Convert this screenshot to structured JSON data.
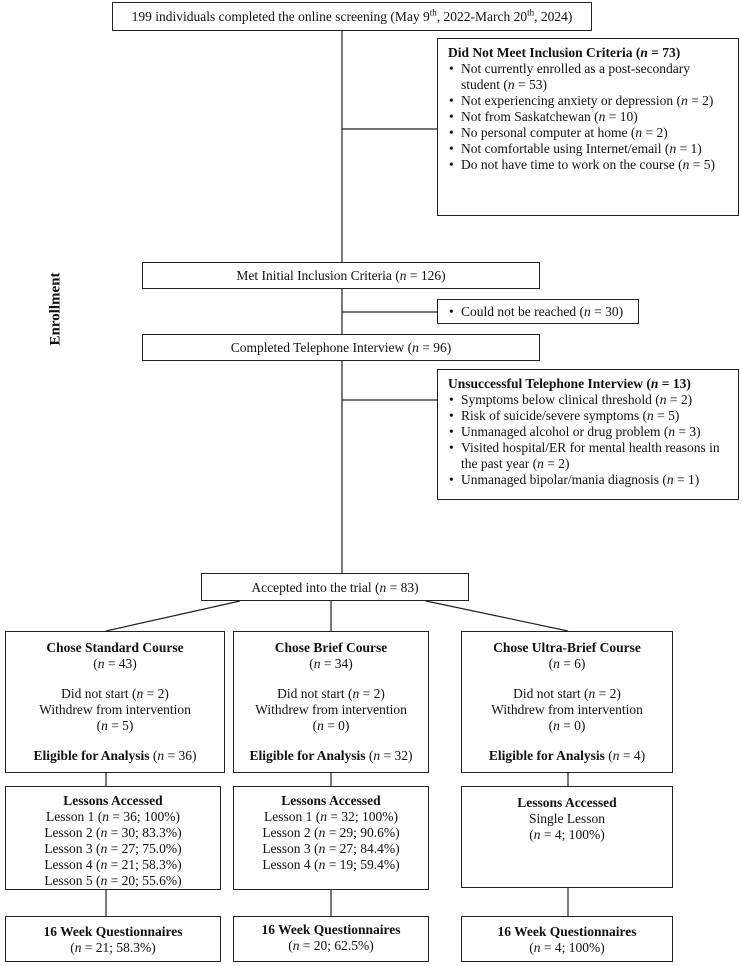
{
  "screening": {
    "text_a": "199 individuals completed the online screening (May 9",
    "sup_a": "th",
    "text_b": ", 2022-March 20",
    "sup_b": "th",
    "text_c": ", 2024)"
  },
  "enrollment_label": "Enrollment",
  "excluded_screening": {
    "title_pre": "Did Not Meet Inclusion Criteria (",
    "title_n": "n",
    "title_post": " = 73)",
    "items": [
      {
        "pre": "Not currently enrolled as a post-secondary student (",
        "n": "n",
        "post": " = 53)"
      },
      {
        "pre": "Not experiencing anxiety or depression (",
        "n": "n",
        "post": " = 2)"
      },
      {
        "pre": "Not from Saskatchewan (",
        "n": "n",
        "post": " = 10)"
      },
      {
        "pre": "No personal computer at home (",
        "n": "n",
        "post": " = 2)"
      },
      {
        "pre": "Not comfortable using Internet/email (",
        "n": "n",
        "post": " = 1)"
      },
      {
        "pre": "Do not have time to work on the course (",
        "n": "n",
        "post": " = 5)"
      }
    ]
  },
  "met_criteria": {
    "pre": "Met Initial Inclusion Criteria (",
    "n": "n",
    "post": " = 126)"
  },
  "not_reached": {
    "pre": "Could not be reached (",
    "n": "n",
    "post": " = 30)"
  },
  "telephone": {
    "pre": "Completed Telephone Interview (",
    "n": "n",
    "post": " = 96)"
  },
  "unsuccessful": {
    "title_pre": "Unsuccessful Telephone Interview (",
    "title_n": "n",
    "title_post": " = 13)",
    "items": [
      {
        "pre": "Symptoms below clinical threshold (",
        "n": "n",
        "post": " = 2)"
      },
      {
        "pre": "Risk of suicide/severe symptoms (",
        "n": "n",
        "post": " = 5)"
      },
      {
        "pre": "Unmanaged alcohol or drug problem (",
        "n": "n",
        "post": " = 3)"
      },
      {
        "pre": "Visited hospital/ER for mental health reasons in the past year (",
        "n": "n",
        "post": " = 2)"
      },
      {
        "pre": "Unmanaged bipolar/mania diagnosis (",
        "n": "n",
        "post": " = 1)"
      }
    ]
  },
  "accepted": {
    "pre": "Accepted into the trial (",
    "n": "n",
    "post": " = 83)"
  },
  "courses": [
    {
      "title": "Chose Standard Course",
      "count": {
        "pre": "(",
        "n": "n",
        "post": " = 43)"
      },
      "not_start": {
        "pre": "Did not start (",
        "n": "n",
        "post": " = 2)"
      },
      "withdrew_label": "Withdrew from intervention",
      "withdrew": {
        "pre": "(",
        "n": "n",
        "post": " = 5)"
      },
      "eligible": {
        "label": "Eligible for Analysis",
        "pre": " (",
        "n": "n",
        "post": " = 36)"
      },
      "lessons_title": "Lessons Accessed",
      "lessons": [
        {
          "pre": "Lesson 1 (",
          "n": "n",
          "post": " = 36; 100%)"
        },
        {
          "pre": "Lesson 2 (",
          "n": "n",
          "post": " = 30; 83.3%)"
        },
        {
          "pre": "Lesson 3 (",
          "n": "n",
          "post": " = 27; 75.0%)"
        },
        {
          "pre": "Lesson 4 (",
          "n": "n",
          "post": " = 21; 58.3%)"
        },
        {
          "pre": "Lesson 5 (",
          "n": "n",
          "post": " = 20; 55.6%)"
        }
      ],
      "quest_title": "16 Week Questionnaires",
      "quest": {
        "pre": "(",
        "n": "n",
        "post": " = 21; 58.3%)"
      }
    },
    {
      "title": "Chose Brief Course",
      "count": {
        "pre": "(",
        "n": "n",
        "post": " = 34)"
      },
      "not_start": {
        "pre": "Did not start (",
        "n": "n",
        "post": " = 2)"
      },
      "withdrew_label": "Withdrew from intervention",
      "withdrew": {
        "pre": "(",
        "n": "n",
        "post": " = 0)"
      },
      "eligible": {
        "label": "Eligible for Analysis",
        "pre": " (",
        "n": "n",
        "post": " = 32)"
      },
      "lessons_title": "Lessons Accessed",
      "lessons": [
        {
          "pre": "Lesson 1 (",
          "n": "n",
          "post": " = 32; 100%)"
        },
        {
          "pre": "Lesson 2 (",
          "n": "n",
          "post": " = 29; 90.6%)"
        },
        {
          "pre": "Lesson 3 (",
          "n": "n",
          "post": " = 27; 84.4%)"
        },
        {
          "pre": "Lesson 4 (",
          "n": "n",
          "post": " = 19; 59.4%)"
        }
      ],
      "quest_title": "16 Week Questionnaires",
      "quest": {
        "pre": "(",
        "n": "n",
        "post": " = 20; 62.5%)"
      }
    },
    {
      "title": "Chose Ultra-Brief Course",
      "count": {
        "pre": "(",
        "n": "n",
        "post": " = 6)"
      },
      "not_start": {
        "pre": "Did not start (",
        "n": "n",
        "post": " = 2)"
      },
      "withdrew_label": "Withdrew from intervention",
      "withdrew": {
        "pre": "(",
        "n": "n",
        "post": " = 0)"
      },
      "eligible": {
        "label": "Eligible for Analysis",
        "pre": " (",
        "n": "n",
        "post": " = 4)"
      },
      "lessons_title": "Lessons Accessed",
      "lessons": [
        {
          "pre": "Single Lesson",
          "n": "",
          "post": ""
        },
        {
          "pre": "(",
          "n": "n",
          "post": " = 4; 100%)"
        }
      ],
      "quest_title": "16 Week Questionnaires",
      "quest": {
        "pre": "(",
        "n": "n",
        "post": " = 4; 100%)"
      }
    }
  ]
}
